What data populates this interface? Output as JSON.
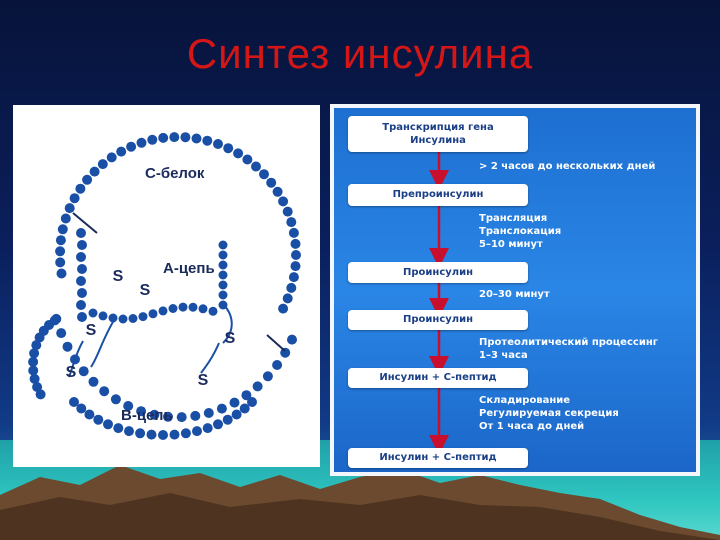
{
  "slide": {
    "title": "Синтез инсулина"
  },
  "molecule": {
    "c_peptide_label": "С-белок",
    "a_chain_label": "А-цепь",
    "b_chain_label": "В-цепь",
    "disulfide_symbol": "S"
  },
  "flow": {
    "steps": [
      {
        "lines": [
          "Транскрипция гена",
          "Инсулина"
        ]
      },
      {
        "lines": [
          "Препроинсулин"
        ]
      },
      {
        "lines": [
          "Проинсулин"
        ]
      },
      {
        "lines": [
          "Проинсулин"
        ]
      },
      {
        "lines": [
          "Инсулин + С-пептид"
        ]
      },
      {
        "lines": [
          "Инсулин + С-пептид"
        ]
      }
    ],
    "notes": [
      {
        "lines": [
          "> 2 часов до нескольких дней"
        ]
      },
      {
        "lines": [
          "Трансляция",
          "Транслокация",
          "5–10 минут"
        ]
      },
      {
        "lines": [
          "20–30 минут"
        ]
      },
      {
        "lines": [
          "Протеолитический процессинг",
          "1–3 часа"
        ]
      },
      {
        "lines": [
          "Складирование",
          "Регулируемая секреция",
          "От 1 часа до дней"
        ]
      }
    ]
  },
  "colors": {
    "title": "#d51616",
    "residue": "#1a4fa6",
    "flow_bg": "#1d6fd0",
    "arrow": "#c8102e"
  }
}
